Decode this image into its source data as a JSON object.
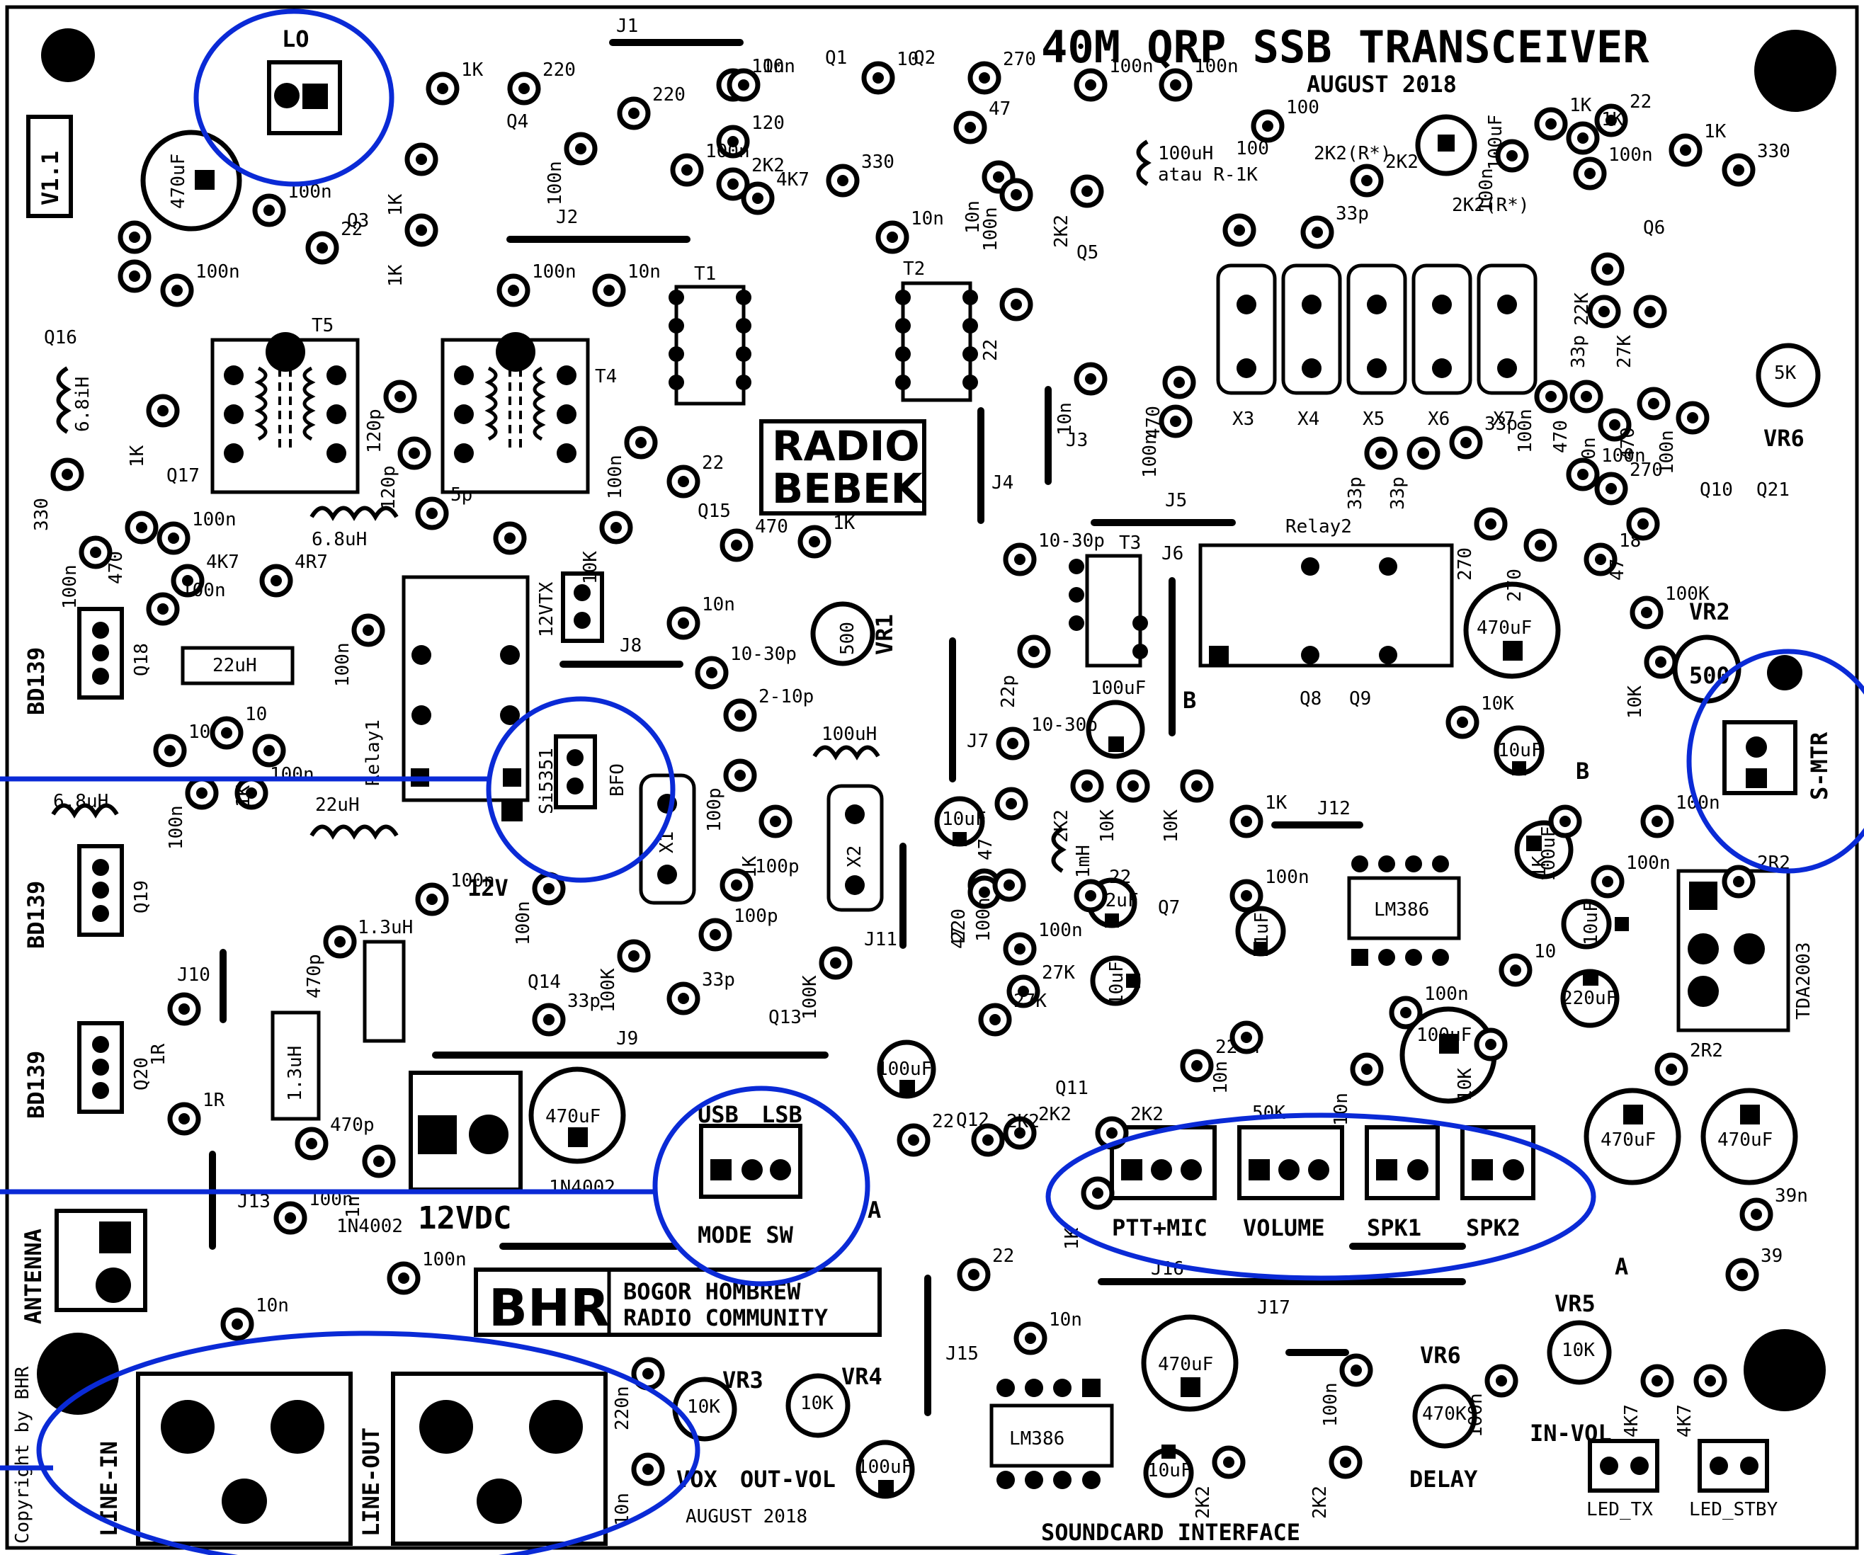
{
  "board": {
    "title": "40M QRP SSB TRANSCEIVER",
    "date": "AUGUST 2018",
    "version": "V1.1",
    "logo_line1": "RADIO",
    "logo_line2": "BEBEK",
    "bhr": "BHR",
    "community_line1": "BOGOR HOMBREW",
    "community_line2": "RADIO COMMUNITY",
    "copyright": "Copyright by BHR",
    "soundcard": "SOUNDCARD INTERFACE",
    "bottom_date": "AUGUST 2018",
    "power_label": "12VDC",
    "v12": "12V"
  },
  "connectors": {
    "lo": "LO",
    "bfo": "BFO",
    "si5351": "Si5351",
    "smtr": "S-MTR",
    "mode_sw": "MODE SW",
    "usb": "USB",
    "lsb": "LSB",
    "ptt_mic": "PTT+MIC",
    "volume": "VOLUME",
    "spk1": "SPK1",
    "spk2": "SPK2",
    "antenna": "ANTENNA",
    "line_in": "LINE-IN",
    "line_out": "LINE-OUT",
    "led_tx": "LED_TX",
    "led_stby": "LED_STBY",
    "v12tx": "12VTX",
    "in_vol": "IN-VOL",
    "delay": "DELAY",
    "vox": "VOX",
    "out_vol": "OUT-VOL"
  },
  "ics": {
    "lm386_a": "LM386",
    "lm386_b": "LM386",
    "tda2003": "TDA2003",
    "relay1": "Relay1",
    "relay2": "Relay2"
  },
  "transformers": [
    "T1",
    "T2",
    "T3",
    "T4",
    "T5"
  ],
  "crystals": [
    "X1",
    "X2",
    "X3",
    "X4",
    "X5",
    "X6",
    "X7"
  ],
  "pots": {
    "vr1": {
      "name": "VR1",
      "value": "500"
    },
    "vr2": {
      "name": "VR2",
      "value": "500"
    },
    "vr3": {
      "name": "VR3",
      "value": "10K"
    },
    "vr4": {
      "name": "VR4",
      "value": "10K"
    },
    "vr5": {
      "name": "VR5",
      "value": "10K"
    },
    "vr6a": {
      "name": "VR6",
      "value": "5K"
    },
    "vr6b": {
      "name": "VR6",
      "value": "470K"
    }
  },
  "transistors": {
    "bd139_a": {
      "name": "Q18",
      "part": "BD139"
    },
    "bd139_b": {
      "name": "Q19",
      "part": "BD139"
    },
    "bd139_c": {
      "name": "Q20",
      "part": "BD139"
    }
  },
  "caps": {
    "c470_a": "470uF",
    "c470_b": "470uF",
    "c470_c": "470uF",
    "c470_d": "470uF",
    "c470_e": "470uF",
    "c470_f": "470uF",
    "c100_a": "100uF",
    "c100_b": "100uF",
    "c100_c": "100uF",
    "c100_d": "100uF",
    "c100_e": "100uF",
    "c100_f": "100uF",
    "c10_a": "10uF",
    "c10_b": "10uF",
    "c10_c": "10uF",
    "c10_d": "10uF",
    "c10_e": "10uF",
    "c22": "22uF",
    "c220": "220uF",
    "c1": "1uF"
  },
  "inductors": {
    "l22_a": "22uH",
    "l22_b": "22uH",
    "l13_a": "1.3uH",
    "l13_b": "1.3uH",
    "l68_a": "6.8uH",
    "l68_b": "6.8uH",
    "l68_c": "6.8iH",
    "l100": "100uH",
    "l100b": "100uH",
    "atau": "atau R-1K",
    "l1mh": "1mH"
  },
  "misc_labels": {
    "j1": "J1",
    "j2": "J2",
    "j3": "J3",
    "j4": "J4",
    "j5": "J5",
    "j6": "J6",
    "j7": "J7",
    "j8": "J8",
    "j9": "J9",
    "j10": "J10",
    "j11": "J11",
    "j12": "J12",
    "j13": "J13",
    "j15": "J15",
    "j16": "J16",
    "j17": "J17",
    "q1": "Q1",
    "q2": "Q2",
    "q3": "Q3",
    "q4": "Q4",
    "q5": "Q5",
    "q6": "Q6",
    "q7": "Q7",
    "q8": "Q8",
    "q9": "Q9",
    "q10": "Q10",
    "q11": "Q11",
    "q12": "Q12",
    "q13": "Q13",
    "q14": "Q14",
    "q15": "Q15",
    "q16": "Q16",
    "q17": "Q17",
    "q21": "Q21",
    "r_100n": "100n",
    "r_10n": "10n",
    "r_1k": "1K",
    "r_10k": "10K",
    "r_2k2": "2K2",
    "r_4k7": "4K7",
    "r_470": "470",
    "r_22": "22",
    "r_270": "270",
    "r_47": "47",
    "r_330": "330",
    "r_220": "220",
    "r_1r": "1R",
    "r_2r2": "2R2",
    "r_27k": "27K",
    "r_100k": "100K",
    "r_22k": "22K",
    "r_33p": "33p",
    "r_120p": "120p",
    "r_470p": "470p",
    "r_10_30p": "10-30p",
    "r_2_10p": "2-10p",
    "r_100p": "100p",
    "r_22p": "22p",
    "r_5p": "5p",
    "r_1n": "1n",
    "r_18": "18",
    "r_39": "39",
    "r_39n": "39n",
    "r_220n": "220n",
    "r_4r7": "4R7",
    "r_10": "10",
    "r_120": "120",
    "r_1n4002": "1N4002",
    "r_2k2r": "2K2(R*)",
    "r_b": "B",
    "r_a": "A",
    "r_50k": "50K",
    "r_100": "100"
  }
}
